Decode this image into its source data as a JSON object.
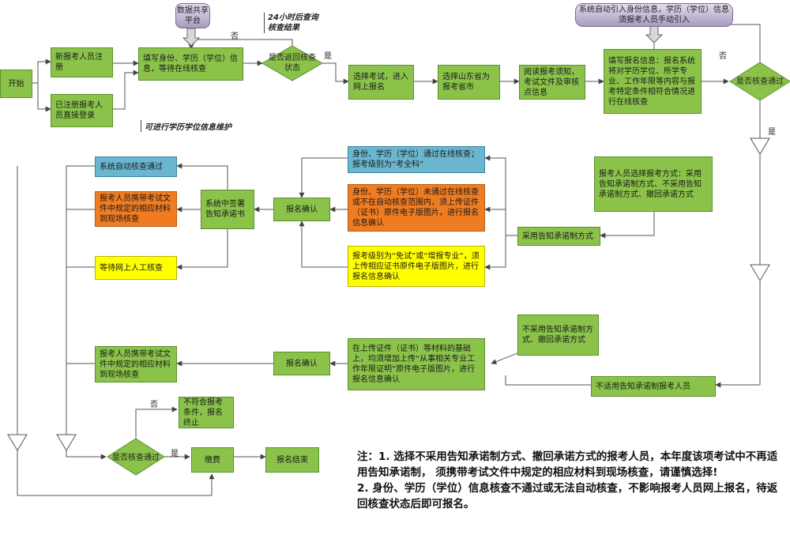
{
  "start": "开始",
  "db_top": "数据共享平台",
  "db_right": "系统自动引入身份信息，学历（学位）信息须报考人员手动引入",
  "note_24h": "24小时后查询核查结果",
  "note_maint": "可进行学历学位信息维护",
  "new_reg": "新报考人员注册",
  "existing_login": "已注册报考人员直接登录",
  "fill_info": "填写身份、学历（学位）信息，等待在线核查",
  "check_return_q": "是否返回核查状态",
  "label_no": "否",
  "label_yes": "是",
  "select_exam": "选择考试，进入网上报名",
  "select_province": "选择山东省为报考省市",
  "read_notice": "阅读报考须知，考试文件及审核点信息",
  "fill_form": "填写报名信息：报名系统将对学历学位、所学专业、工作年限等内容与报考特定条件相符合情况进行在线核查",
  "check_pass_q": "是否核查通过",
  "choose_method": "报考人员选择报考方式：采用告知承诺制方式、不采用告知承诺制方式、撤回承诺方式",
  "use_commit": "采用告知承诺制方式",
  "blue_pass": "身份、学历（学位）通过在线核查；报考级别为“考全科”",
  "orange_fail": "身份、学历（学位）未通过在线核查或不在自动核查范围内，须上传证件（证书）原件电子版图片，进行报名信息确认",
  "yellow_exempt": "报考级别为“免试”或“增报专业”，须上传相应证书原件电子版图片，进行报名信息确认",
  "confirm1": "报名确认",
  "sign_commit": "系统中签署告知承诺书",
  "auto_pass": "系统自动核查通过",
  "onsite1": "报考人员携带考试文件中规定的相应材料到现场核查",
  "wait_manual": "等待网上人工核查",
  "no_commit": "不采用告知承诺制方式、撤回承诺方式",
  "not_applicable": "不适用告知承诺制报考人员",
  "upload_extra": "在上传证件（证书）等材料的基础上，均须增加上传“从事相关专业工作年限证明”原件电子版图片，进行报名信息确认",
  "confirm2": "报名确认",
  "onsite2": "报考人员携带考试文件中规定的相应材料到现场核查",
  "final_check_q": "是否核查通过",
  "not_eligible": "不符合报考条件，报名终止",
  "pay": "缴费",
  "done": "报名结束",
  "footnote": [
    "注：1. 选择不采用告知承诺制方式、撤回承诺方式的报考人员，本年度该项考试中不再适用告知承诺制， 须携带考试文件中规定的相应材料到现场核查，请谨慎选择!",
    "2. 身份、学历（学位）信息核查不通过或无法自动核查，不影响报考人员网上报名，待返回核查状态后即可报名。"
  ]
}
